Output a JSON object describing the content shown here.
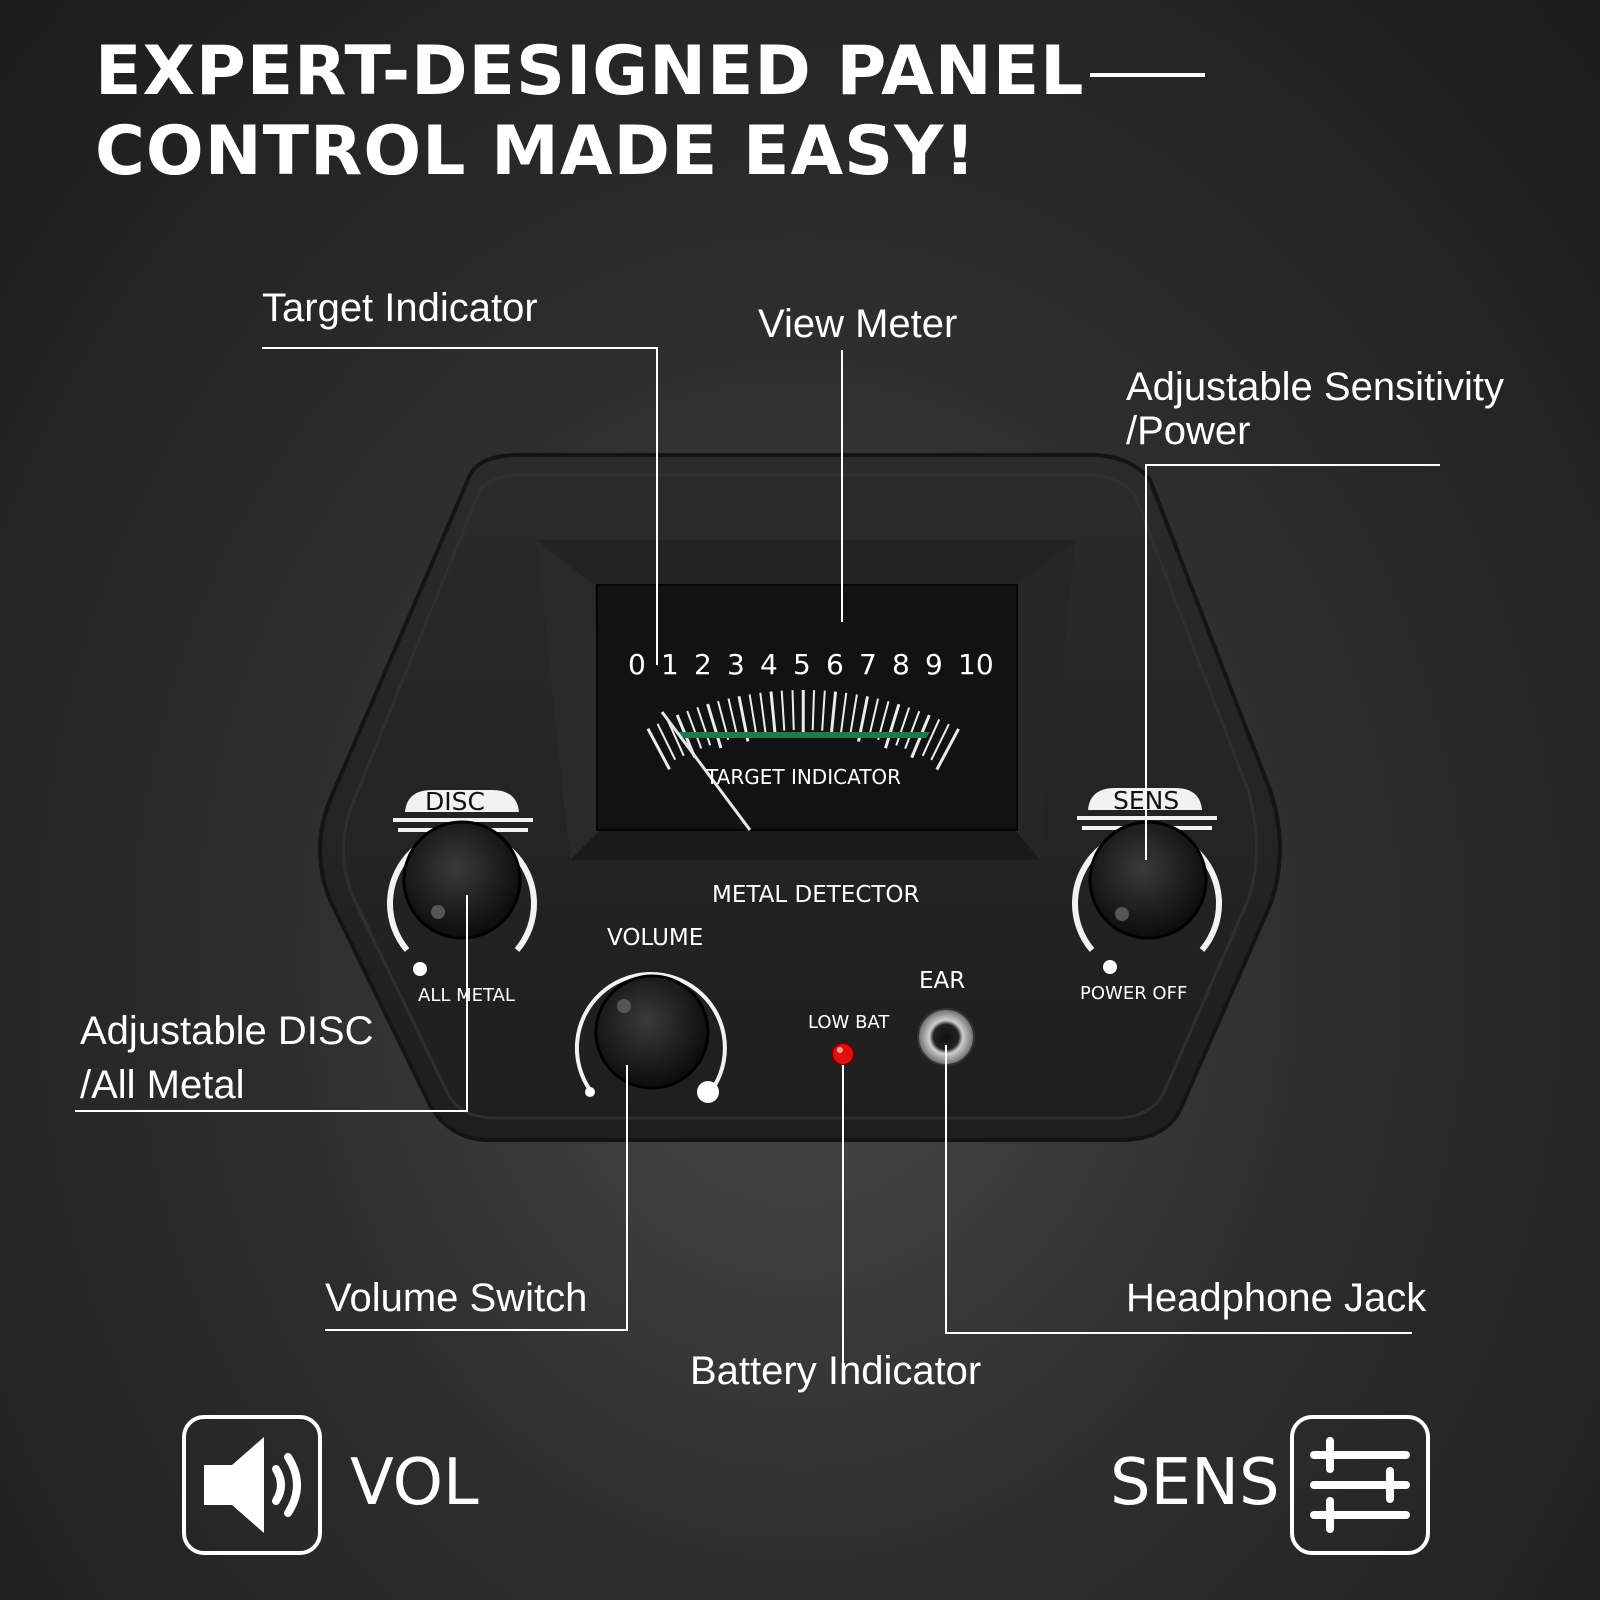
{
  "headline": {
    "line1": "EXPERT-DESIGNED PANEL",
    "line2": "CONTROL MADE EASY!"
  },
  "callouts": {
    "target_indicator": "Target Indicator",
    "view_meter": "View Meter",
    "sensitivity_line1": "Adjustable Sensitivity",
    "sensitivity_line2": "/Power",
    "disc_line1": "Adjustable DISC",
    "disc_line2": "/All Metal",
    "volume_switch": "Volume Switch",
    "headphone_jack": "Headphone Jack",
    "battery_indicator": "Battery Indicator"
  },
  "panel": {
    "meter_scale": [
      "0",
      "1",
      "2",
      "3",
      "4",
      "5",
      "6",
      "7",
      "8",
      "9",
      "10"
    ],
    "meter_caption": "TARGET INDICATOR",
    "device_name": "METAL DETECTOR",
    "disc_label": "DISC",
    "all_metal_label": "ALL METAL",
    "sens_label": "SENS",
    "power_off_label": "POWER OFF",
    "volume_label": "VOLUME",
    "low_bat_label": "LOW BAT",
    "ear_label": "EAR"
  },
  "bottom": {
    "vol_label": "VOL",
    "sens_label": "SENS",
    "vol_icon": "speaker-icon",
    "sens_icon": "sliders-icon"
  },
  "colors": {
    "meter_green": "#1f7a4a",
    "led_red": "#e01010"
  }
}
